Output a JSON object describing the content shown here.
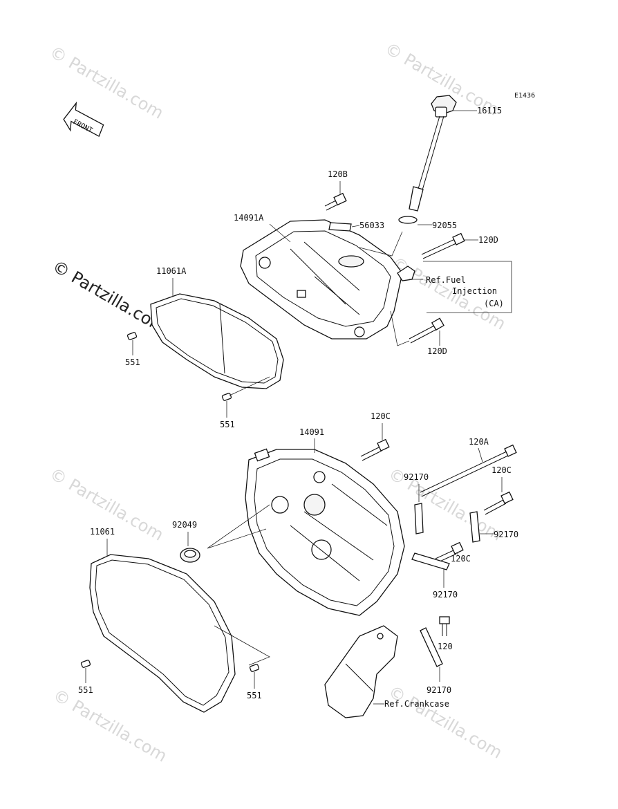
{
  "diagram_code": "E1436",
  "front_label": "FRONT",
  "watermarks": {
    "faint_text": "© Partzilla.com",
    "main_text": "© Partzilla.com"
  },
  "labels": {
    "p16115": "16115",
    "p120B": "120B",
    "p14091A": "14091A",
    "p56033": "56033",
    "p92055": "92055",
    "p120D_top": "120D",
    "p11061A": "11061A",
    "ref_fuel_1": "Ref.Fuel",
    "ref_fuel_2": "Injection",
    "ref_fuel_3": "(CA)",
    "p120D_bottom": "120D",
    "p551_a": "551",
    "p551_b": "551",
    "p120C_top": "120C",
    "p14091": "14091",
    "p120A": "120A",
    "p120C_right": "120C",
    "p92170_a": "92170",
    "p92049": "92049",
    "p92170_b": "92170",
    "p11061": "11061",
    "p120C_mid": "120C",
    "p92170_c": "92170",
    "p120": "120",
    "p551_c": "551",
    "p551_d": "551",
    "p92170_d": "92170",
    "ref_crankcase": "Ref.Crankcase"
  }
}
